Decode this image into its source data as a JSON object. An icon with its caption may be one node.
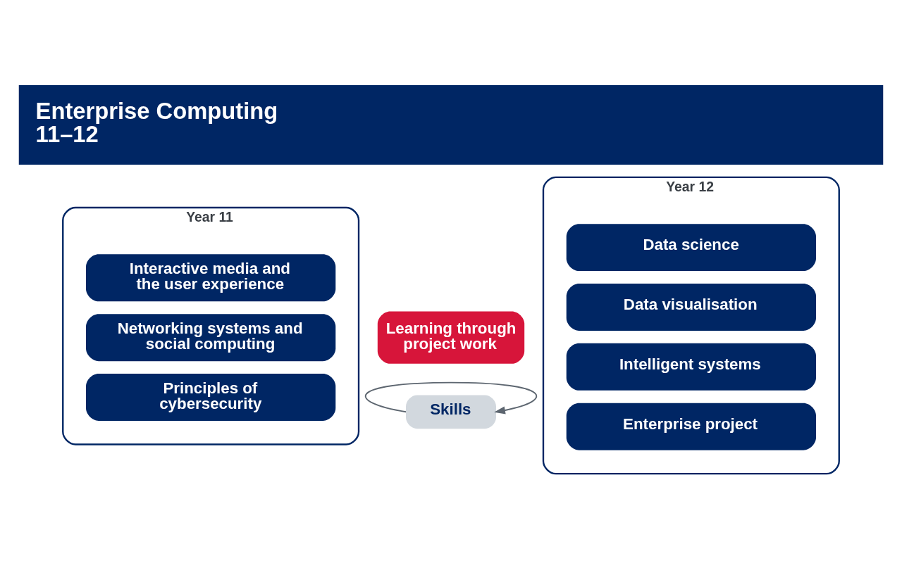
{
  "diagram": {
    "title": "Enterprise Computing 11–12",
    "nodes": [
      {
        "text": [
          "Year 11"
        ]
      },
      {
        "text": [
          "Interactive media and the user experience"
        ],
        "in": 0
      },
      {
        "text": [
          "Networking systems and social computing"
        ],
        "in": 0
      },
      {
        "text": [
          "Principles of cybersecurity"
        ],
        "in": 0
      },
      {
        "text": [
          "Learning through project work"
        ]
      },
      {
        "text": [
          "Year 12"
        ]
      },
      {
        "text": [
          "Data science"
        ],
        "in": 5
      },
      {
        "text": [
          "Data visualisation"
        ],
        "in": 5
      },
      {
        "text": [
          "Intelligent systems"
        ],
        "in": 5
      },
      {
        "text": [
          "Enterprise project"
        ],
        "in": 5
      },
      {
        "text": [
          "Skills"
        ]
      }
    ],
    "edges": [
      {
        "from": 10,
        "to": 10,
        "arrow": "to"
      }
    ]
  }
}
